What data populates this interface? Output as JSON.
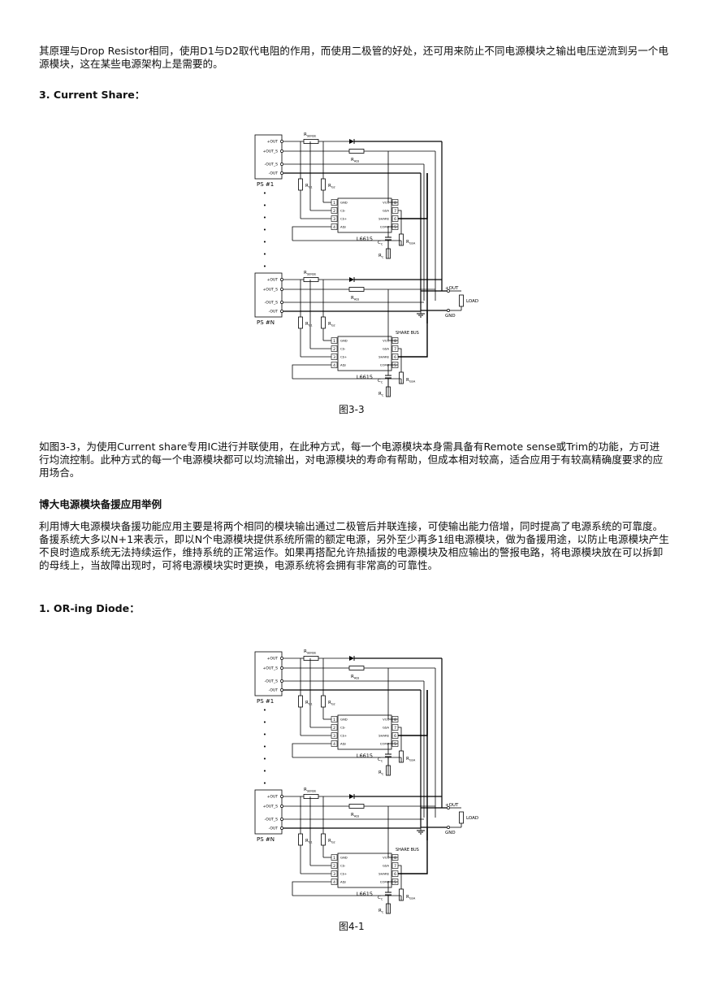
{
  "intro_paragraph": "其原理与Drop Resistor相同，使用D1与D2取代电阻的作用，而使用二极管的好处，还可用来防止不同电源模块之输出电压逆流到另一个电源模块，这在某些电源架构上是需要的。",
  "section_current_share": "3. Current Share：",
  "figure1": {
    "caption": "图3-3",
    "labels": {
      "out_plus": "+OUT",
      "out_s_plus": "+OUT_S",
      "out_s_minus": "-OUT_S",
      "out_minus": "-OUT",
      "ps1": "PS #1",
      "psn": "PS #N",
      "rsense": "R",
      "rsense_sub": "SENSE",
      "radj": "R",
      "radj_sub": "ADJ",
      "rg1": "R",
      "rg1_sub": "G1",
      "rg2": "R",
      "rg2_sub": "G2",
      "ic": "L6615",
      "pins_left": [
        "GND",
        "CS-",
        "CS+",
        "ADJ"
      ],
      "pins_right": [
        "VCC",
        "GSA",
        "SHARE",
        "COMP"
      ],
      "pin_nums_left": [
        "1",
        "2",
        "3",
        "4"
      ],
      "pin_nums_right": [
        "8",
        "7",
        "6",
        "5"
      ],
      "cc": "C",
      "cc_sub": "C",
      "rc": "R",
      "rc_sub": "C",
      "rgsa": "R",
      "rgsa_sub": "GSA",
      "out_node": "+OUT",
      "load": "LOAD",
      "gnd": "GND",
      "share_bus": "SHARE BUS",
      "dots": "•"
    }
  },
  "paragraph_fig33": "如图3-3，为使用Current share专用IC进行并联使用，在此种方式，每一个电源模块本身需具备有Remote sense或Trim的功能，方可进行均流控制。此种方式的每一个电源模块都可以均流输出，对电源模块的寿命有帮助，但成本相对较高，适合应用于有较高精确度要求的应用场合。",
  "section_backup": "博大电源模块备援应用举例",
  "paragraph_backup": "利用博大电源模块备援功能应用主要是将两个相同的模块输出通过二极管后并联连接，可使输出能力倍增，同时提高了电源系统的可靠度。备援系统大多以N+1来表示，即以N个电源模块提供系统所需的额定电源，另外至少再多1组电源模块，做为备援用途，以防止电源模块产生不良时造成系统无法持续运作，维持系统的正常运作。如果再搭配允许热插拔的电源模块及相应输出的警报电路，将电源模块放在可以拆卸的母线上，当故障出现时，可将电源模块实时更换，电源系统将会拥有非常高的可靠性。",
  "section_oring": "1. OR-ing Diode：",
  "figure2": {
    "caption": "图4-1"
  }
}
